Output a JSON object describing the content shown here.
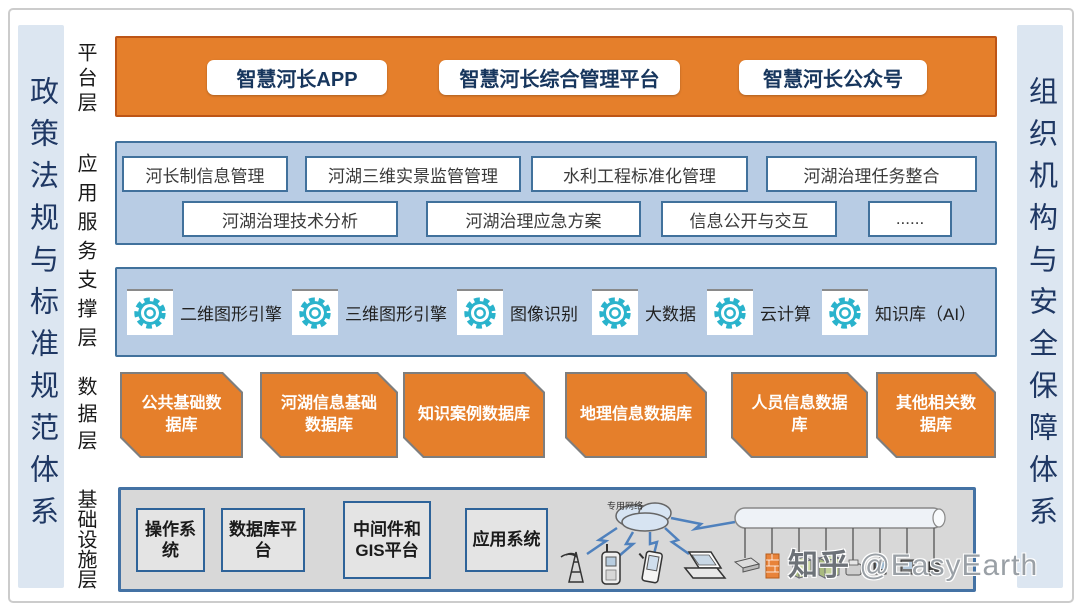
{
  "side_bars": {
    "left": "政策法规与标准规范体系",
    "right": "组织机构与安全保障体系"
  },
  "layer_labels": {
    "platform": "平台层",
    "app_support": "应用服务支撑层",
    "data": "数据层",
    "infrastructure": "基础设施层"
  },
  "platform": {
    "items": [
      "智慧河长APP",
      "智慧河长综合管理平台",
      "智慧河长公众号"
    ]
  },
  "applications": {
    "row1": [
      "河长制信息管理",
      "河湖三维实景监管管理",
      "水利工程标准化管理",
      "河湖治理任务整合"
    ],
    "row2": [
      "河湖治理技术分析",
      "河湖治理应急方案",
      "信息公开与交互",
      "......"
    ]
  },
  "support": {
    "items": [
      "二维图形引擎",
      "三维图形引擎",
      "图像识别",
      "大数据",
      "云计算",
      "知识库（AI）"
    ],
    "icon": "gear-icon"
  },
  "data_layer": {
    "items": [
      "公共基础数据库",
      "河湖信息基础数据库",
      "知识案例数据库",
      "地理信息数据库",
      "人员信息数据库",
      "其他相关数据库"
    ]
  },
  "infrastructure": {
    "boxes": [
      "操作系统",
      "数据库平台",
      "中间件和GIS平台",
      "应用系统"
    ],
    "network_label": "专用网络"
  },
  "watermark": {
    "brand": "知乎",
    "handle": "@EasyEarth"
  },
  "colors": {
    "orange": "#e57f2b",
    "orange_border": "#bd5516",
    "band_blue_fill": "#b8cce4",
    "band_blue_border": "#41719c",
    "sidebar_blue": "#dce6f1",
    "sidebar_text": "#1f3864",
    "gear_teal": "#2ab3cc",
    "infra_gray": "#d8d8d8",
    "infra_border": "#4472a4",
    "db_border_gray": "#7e7e7e",
    "box_text_navy": "#17365d"
  }
}
